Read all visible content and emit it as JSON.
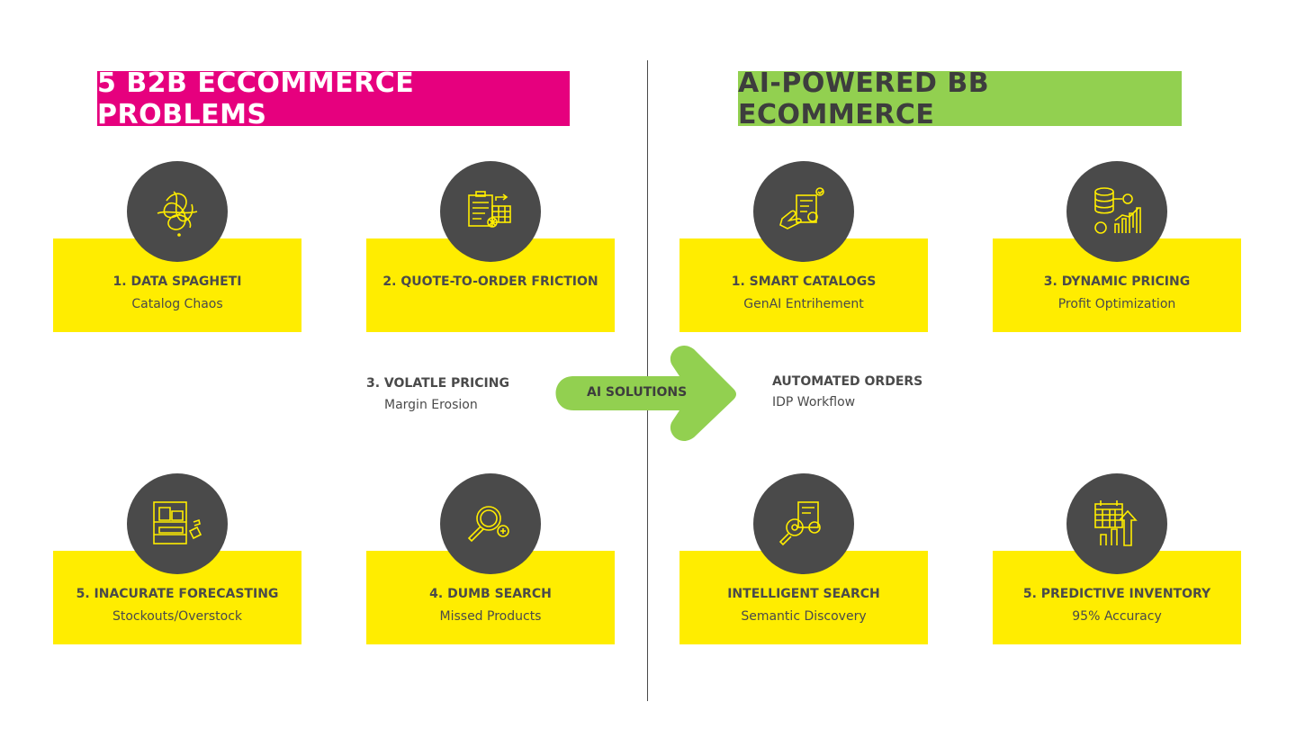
{
  "left_title": "5 B2B ECCOMMERCE PROBLEMS",
  "right_title": "AI-POWERED BB ECOMMERCE",
  "problems": [
    {
      "title": "1. DATA SPAGHETI",
      "subtitle": "Catalog Chaos",
      "icon": "tangle-icon"
    },
    {
      "title": "2. QUOTE-TO-ORDER FRICTION",
      "subtitle": "",
      "icon": "clipboard-spreadsheet-icon"
    },
    {
      "title": "3. VOLATLE PRICING",
      "subtitle": "Margin Erosion"
    },
    {
      "title": "4. DUMB SEARCH",
      "subtitle": "Missed Products",
      "icon": "magnifier-icon"
    },
    {
      "title": "5. INACURATE FORECASTING",
      "subtitle": "Stockouts/Overstock",
      "icon": "warehouse-shelf-icon"
    }
  ],
  "solutions": [
    {
      "title": "1. SMART CATALOGS",
      "subtitle": "GenAI Entrihement",
      "icon": "touch-catalog-icon"
    },
    {
      "title": "3. DYNAMIC PRICING",
      "subtitle": "Profit Optimization",
      "icon": "database-chart-icon"
    },
    {
      "title": "AUTOMATED ORDERS",
      "subtitle": "IDP Workflow"
    },
    {
      "title": "INTELLIGENT SEARCH",
      "subtitle": "Semantic Discovery",
      "icon": "ai-search-icon"
    },
    {
      "title": "5. PREDICTIVE INVENTORY",
      "subtitle": "95% Accuracy",
      "icon": "calendar-growth-icon"
    }
  ],
  "arrow_label": "AI SOLUTIONS",
  "colors": {
    "pink": "#e6007e",
    "green": "#92d050",
    "yellow": "#ffed00",
    "dark": "#4a4a4a"
  }
}
